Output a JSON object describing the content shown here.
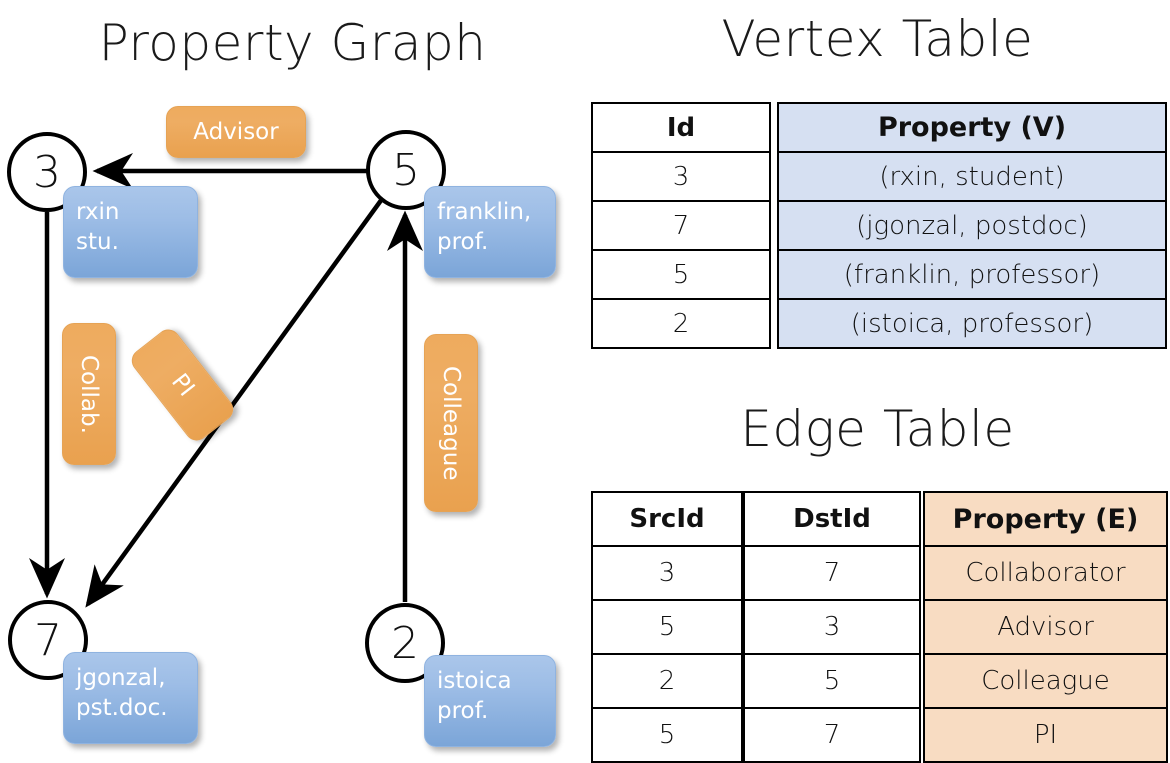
{
  "titles": {
    "property_graph": "Property Graph",
    "vertex_table": "Vertex Table",
    "edge_table": "Edge Table"
  },
  "graph": {
    "nodes": [
      {
        "id": "3",
        "property": "rxin\nstu."
      },
      {
        "id": "5",
        "property": "franklin,\nprof."
      },
      {
        "id": "7",
        "property": "jgonzal,\npst.doc."
      },
      {
        "id": "2",
        "property": "istoica\nprof."
      }
    ],
    "edge_labels": [
      {
        "name": "advisor",
        "text": "Advisor"
      },
      {
        "name": "collab",
        "text": "Collab."
      },
      {
        "name": "pi",
        "text": "PI"
      },
      {
        "name": "colleague",
        "text": "Colleague"
      }
    ],
    "edges": [
      {
        "from": "5",
        "to": "3",
        "label": "Advisor"
      },
      {
        "from": "3",
        "to": "7",
        "label": "Collab."
      },
      {
        "from": "5",
        "to": "7",
        "label": "PI"
      },
      {
        "from": "2",
        "to": "5",
        "label": "Colleague"
      }
    ]
  },
  "vertex_table": {
    "headers": {
      "id": "Id",
      "property": "Property (V)"
    },
    "rows": [
      {
        "id": "3",
        "property": "(rxin, student)"
      },
      {
        "id": "7",
        "property": "(jgonzal, postdoc)"
      },
      {
        "id": "5",
        "property": "(franklin, professor)"
      },
      {
        "id": "2",
        "property": "(istoica, professor)"
      }
    ]
  },
  "edge_table": {
    "headers": {
      "src": "SrcId",
      "dst": "DstId",
      "property": "Property (E)"
    },
    "rows": [
      {
        "src": "3",
        "dst": "7",
        "property": "Collaborator"
      },
      {
        "src": "5",
        "dst": "3",
        "property": "Advisor"
      },
      {
        "src": "2",
        "dst": "5",
        "property": "Colleague"
      },
      {
        "src": "5",
        "dst": "7",
        "property": "PI"
      }
    ]
  },
  "colors": {
    "vertex_cell": "#d6e0f2",
    "edge_cell": "#f8dcc2",
    "vertex_box": "#8fb3e0",
    "edge_box": "#eaa558",
    "text": "#111111",
    "background": "#ffffff"
  }
}
